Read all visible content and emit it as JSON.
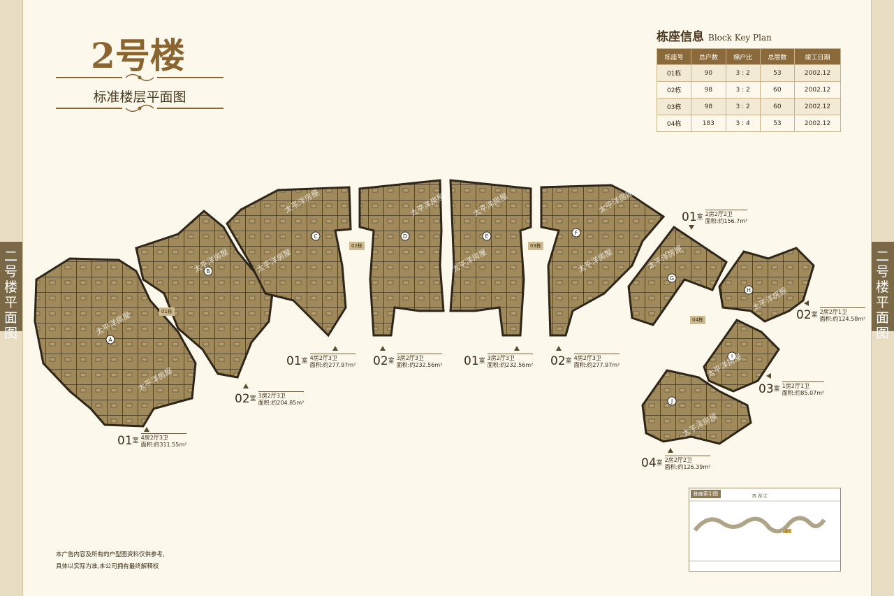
{
  "side_tab": {
    "chars": [
      "二",
      "号",
      "楼",
      "平",
      "面",
      "图"
    ]
  },
  "title": {
    "building": "2号楼",
    "floor_plan": "标准楼层平面图"
  },
  "key_plan": {
    "title": "栋座信息",
    "title_en": "Block Key Plan",
    "columns": [
      "栋座号",
      "总户数",
      "梯户比",
      "总层数",
      "竣工日期"
    ],
    "rows": [
      [
        "01栋",
        "90",
        "3 : 2",
        "53",
        "2002.12"
      ],
      [
        "02栋",
        "98",
        "3 : 2",
        "60",
        "2002.12"
      ],
      [
        "03栋",
        "98",
        "3 : 2",
        "60",
        "2002.12"
      ],
      [
        "04栋",
        "183",
        "3 : 4",
        "53",
        "2002.12"
      ]
    ]
  },
  "tower_tags": [
    "01栋",
    "02栋",
    "03栋",
    "04栋"
  ],
  "unit_markers": [
    "A",
    "B",
    "C",
    "D",
    "E",
    "F",
    "G",
    "H",
    "I",
    "J"
  ],
  "watermark": "太平洋房屋",
  "units": [
    {
      "num": "01",
      "shi": "室",
      "spec": "4房2厅3卫",
      "area": "面积:约311.55m²"
    },
    {
      "num": "02",
      "shi": "室",
      "spec": "3房2厅3卫",
      "area": "面积:约204.85m²"
    },
    {
      "num": "01",
      "shi": "室",
      "spec": "4房2厅3卫",
      "area": "面积:约277.97m²"
    },
    {
      "num": "02",
      "shi": "室",
      "spec": "3房2厅3卫",
      "area": "面积:约232.56m²"
    },
    {
      "num": "01",
      "shi": "室",
      "spec": "3房2厅3卫",
      "area": "面积:约232.56m²"
    },
    {
      "num": "02",
      "shi": "室",
      "spec": "4房2厅3卫",
      "area": "面积:约277.97m²"
    },
    {
      "num": "01",
      "shi": "室",
      "spec": "2房2厅2卫",
      "area": "面积:约156.7m²"
    },
    {
      "num": "02",
      "shi": "室",
      "spec": "2房2厅1卫",
      "area": "面积:约124.58m²"
    },
    {
      "num": "03",
      "shi": "室",
      "spec": "1房2厅1卫",
      "area": "面积:约85.07m²"
    },
    {
      "num": "04",
      "shi": "室",
      "spec": "2房2厅2卫",
      "area": "面积:约126.39m²"
    }
  ],
  "index_map": {
    "title": "栋座索引图",
    "road": "西 湖 江",
    "marker": "2"
  },
  "disclaimer": [
    "本广告内容及所有的户型图资料仅供参考,",
    "具体以实际为准,本公司拥有最终解释权"
  ],
  "colors": {
    "plan_fill": "#a08a5c",
    "plan_dark": "#3e3424",
    "accent": "#8a6530",
    "background": "#fdf8ec"
  }
}
